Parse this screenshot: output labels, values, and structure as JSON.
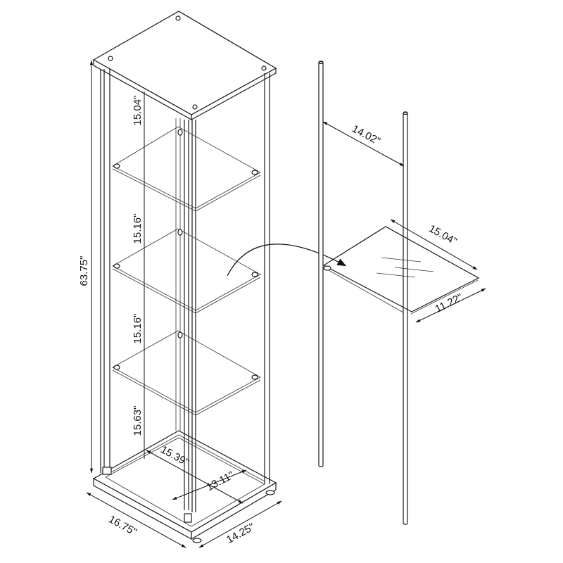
{
  "diagram": {
    "title": "Glass curio cabinet dimension drawing",
    "colors": {
      "line": "#1a1a1a",
      "background": "#ffffff"
    },
    "cabinet": {
      "overall_height": "63.75\"",
      "shelf_spacings": [
        "15.04\"",
        "15.16\"",
        "15.16\"",
        "15.63\""
      ],
      "interior_depth": "15.39\"",
      "interior_width": "13.11\"",
      "base_depth": "16.75\"",
      "base_width": "14.25\""
    },
    "detail": {
      "post_spacing": "14.02\"",
      "shelf_length": "15.04\"",
      "shelf_width": "11.22\""
    },
    "icons": [
      "curved-arrow-icon"
    ]
  }
}
